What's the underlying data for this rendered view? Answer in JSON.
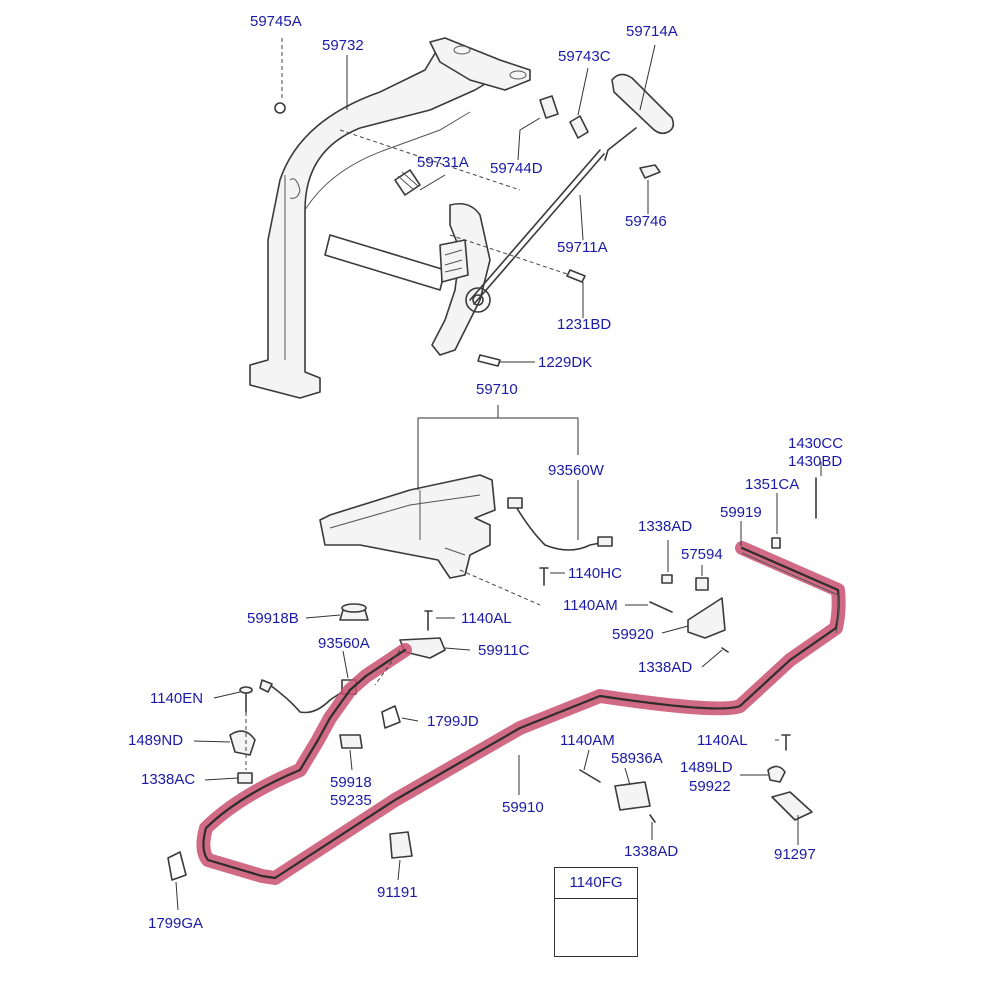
{
  "colors": {
    "label": "#1a1aa8",
    "highlight": "#c9506e",
    "line": "#3a3a3a"
  },
  "labels": {
    "p59745A": "59745A",
    "p59732": "59732",
    "p59714A": "59714A",
    "p59743C": "59743C",
    "p59744D": "59744D",
    "p59731A": "59731A",
    "p59746": "59746",
    "p59711A": "59711A",
    "p1231BD": "1231BD",
    "p1229DK": "1229DK",
    "p59710": "59710",
    "p1430CC": "1430CC",
    "p1430BD": "1430BD",
    "p93560W": "93560W",
    "p1351CA": "1351CA",
    "p59919": "59919",
    "p1338AD_a": "1338AD",
    "p57594": "57594",
    "p1140HC": "1140HC",
    "p1140AM_a": "1140AM",
    "p59920": "59920",
    "p59918B": "59918B",
    "p1140AL_a": "1140AL",
    "p93560A": "93560A",
    "p59911C": "59911C",
    "p1338AD_b": "1338AD",
    "p1140EN": "1140EN",
    "p1799JD": "1799JD",
    "p1489ND": "1489ND",
    "p1140AM_b": "1140AM",
    "p58936A": "58936A",
    "p1140AL_b": "1140AL",
    "p1489LD": "1489LD",
    "p59922": "59922",
    "p1338AC": "1338AC",
    "p59918": "59918",
    "p59235": "59235",
    "p59910": "59910",
    "p1338AD_c": "1338AD",
    "p91297": "91297",
    "p91191": "91191",
    "p1140FG": "1140FG",
    "p1799GA": "1799GA"
  }
}
